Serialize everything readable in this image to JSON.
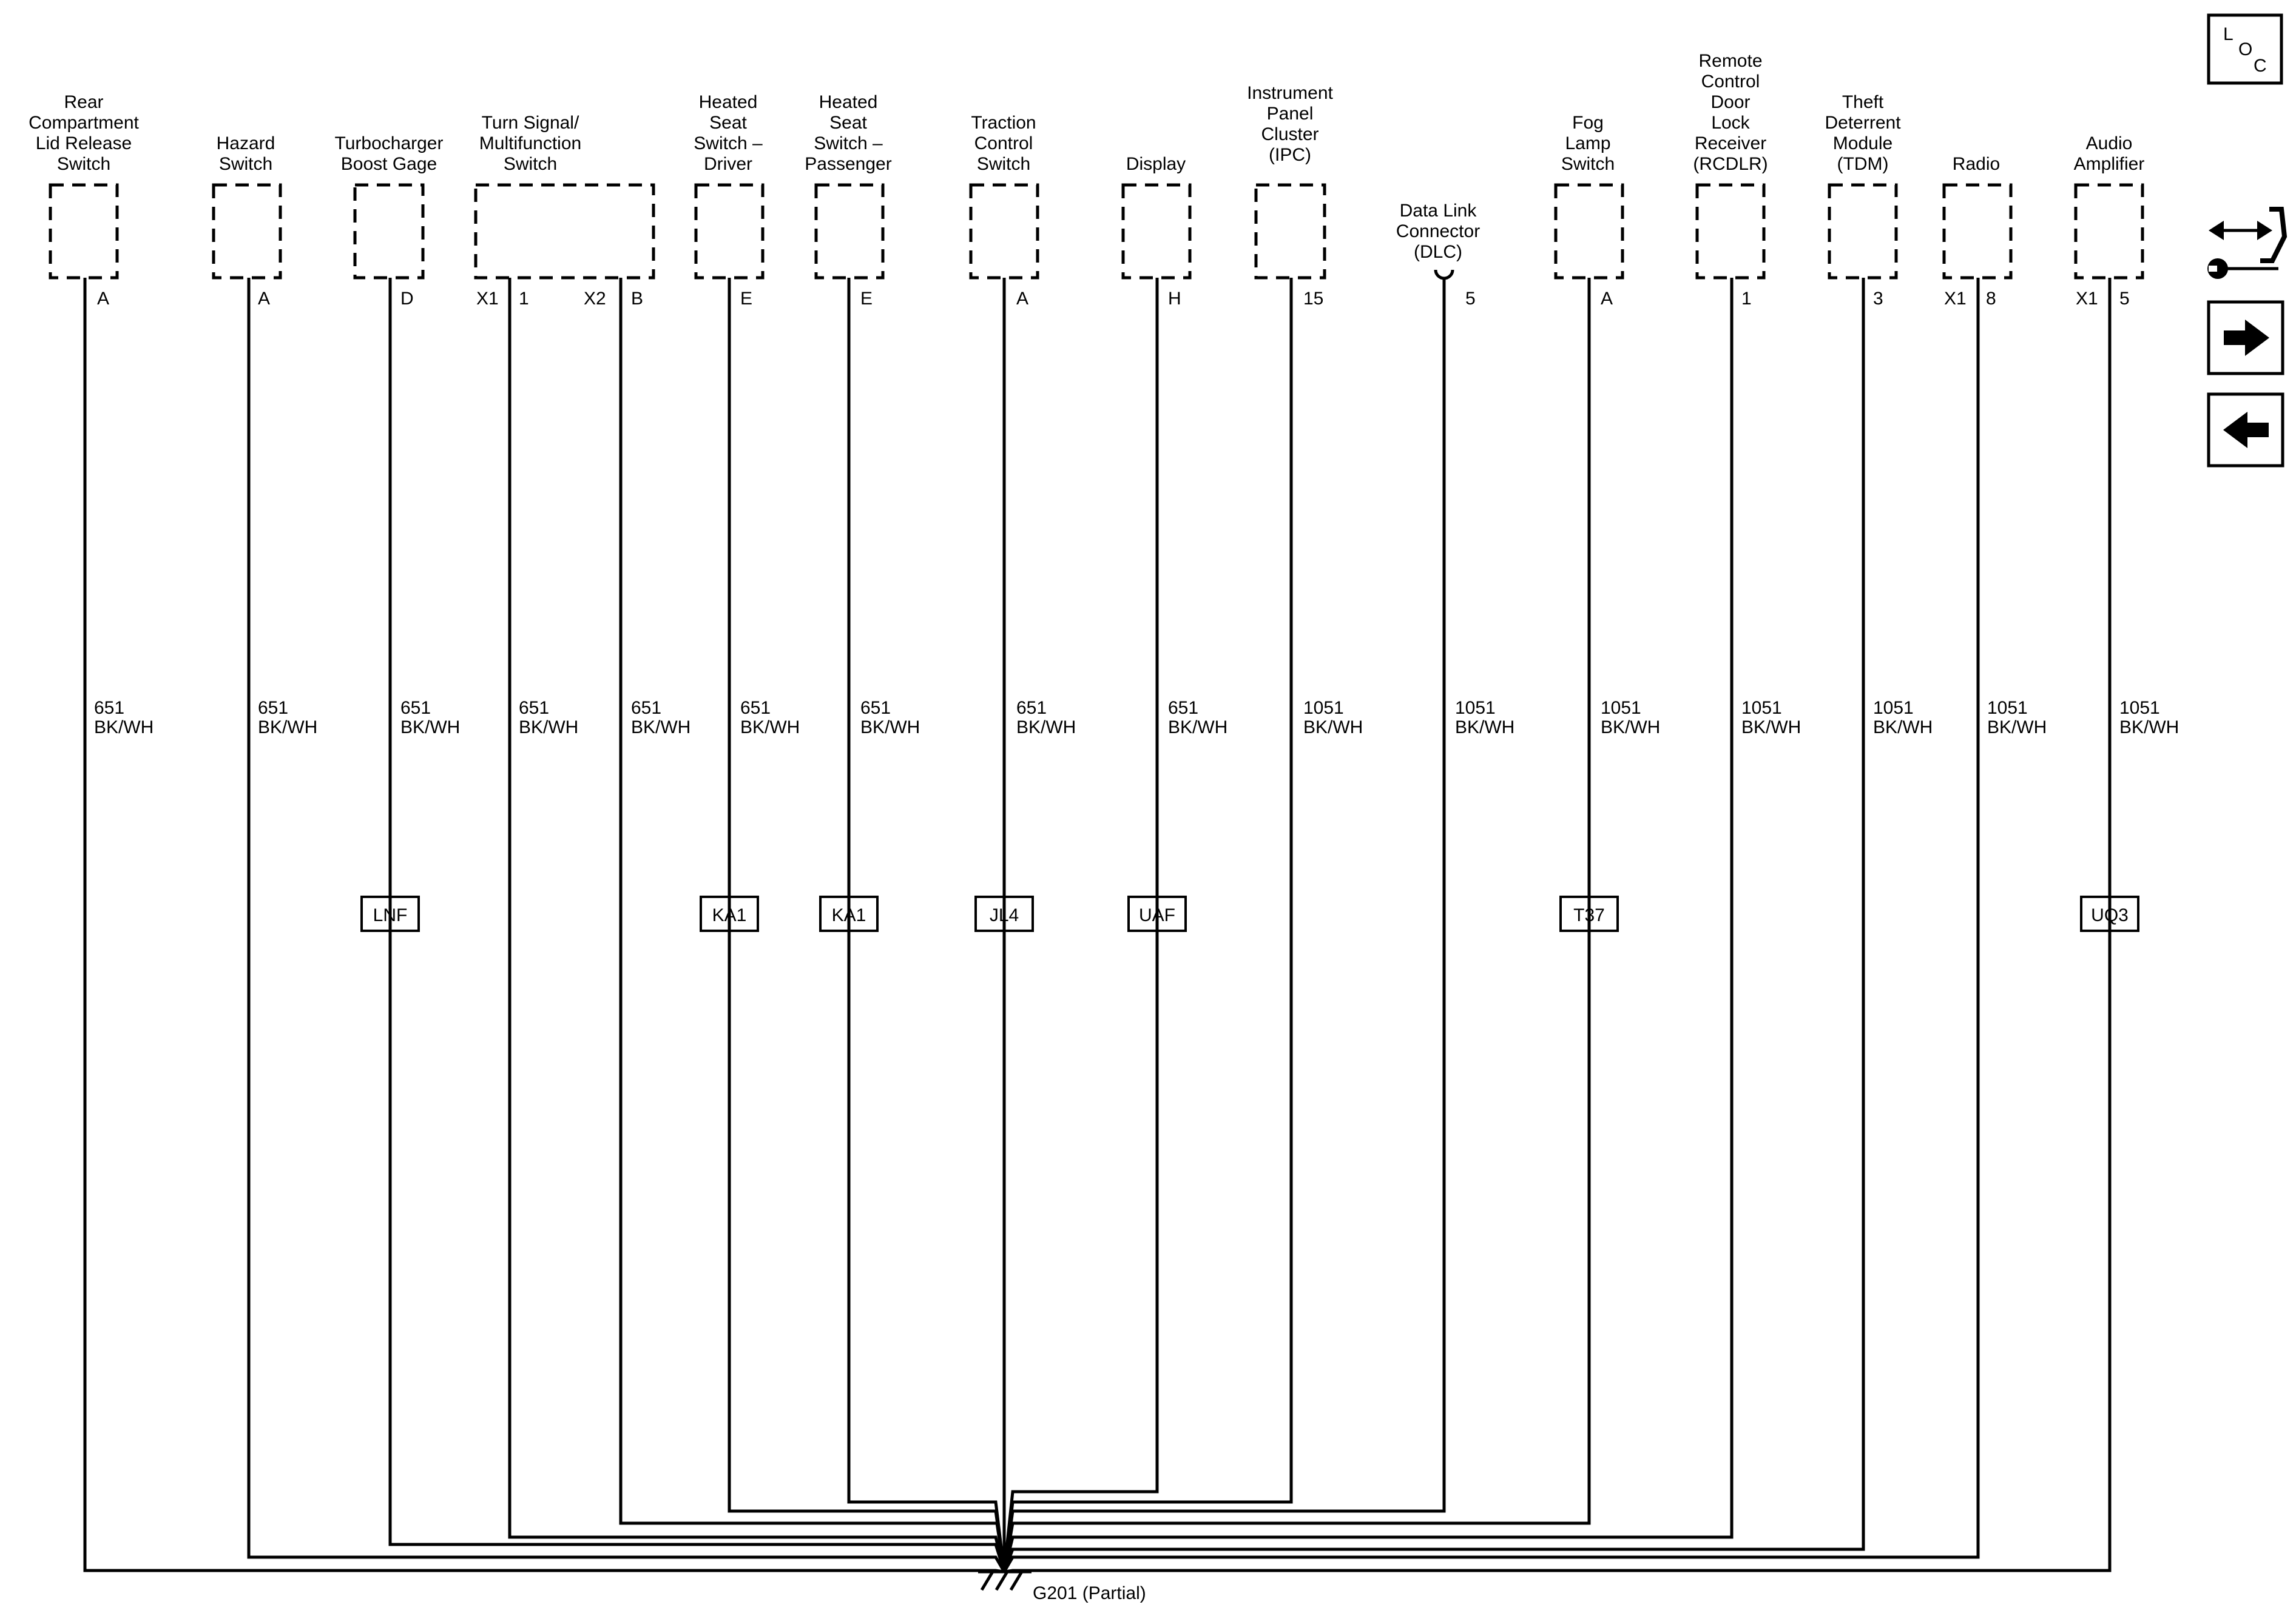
{
  "components": [
    {
      "id": "rear-compartment-lid-release-switch",
      "label": [
        "Rear",
        "Compartment",
        "Lid Release",
        "Switch"
      ],
      "pins": [
        "A"
      ],
      "circuit": "651",
      "color": "BK/WH",
      "option": ""
    },
    {
      "id": "hazard-switch",
      "label": [
        "Hazard",
        "Switch"
      ],
      "pins": [
        "A"
      ],
      "circuit": "651",
      "color": "BK/WH",
      "option": ""
    },
    {
      "id": "turbocharger-boost-gage",
      "label": [
        "Turbocharger",
        "Boost Gage"
      ],
      "pins": [
        "D"
      ],
      "circuit": "651",
      "color": "BK/WH",
      "option": "LNF"
    },
    {
      "id": "turn-signal-multifunction-switch",
      "label": [
        "Turn Signal/",
        "Multifunction",
        "Switch"
      ],
      "pins": [
        "X1",
        "1",
        "X2",
        "B"
      ],
      "circuit": "651",
      "color": "BK/WH",
      "option": ""
    },
    {
      "id": "heated-seat-switch-driver",
      "label": [
        "Heated",
        "Seat",
        "Switch –",
        "Driver"
      ],
      "pins": [
        "E"
      ],
      "circuit": "651",
      "color": "BK/WH",
      "option": "KA1"
    },
    {
      "id": "heated-seat-switch-passenger",
      "label": [
        "Heated",
        "Seat",
        "Switch –",
        "Passenger"
      ],
      "pins": [
        "E"
      ],
      "circuit": "651",
      "color": "BK/WH",
      "option": "KA1"
    },
    {
      "id": "traction-control-switch",
      "label": [
        "Traction",
        "Control",
        "Switch"
      ],
      "pins": [
        "A"
      ],
      "circuit": "651",
      "color": "BK/WH",
      "option": "JL4"
    },
    {
      "id": "display",
      "label": [
        "Display"
      ],
      "pins": [
        "H"
      ],
      "circuit": "651",
      "color": "BK/WH",
      "option": "UAF"
    },
    {
      "id": "instrument-panel-cluster",
      "label": [
        "Instrument",
        "Panel",
        "Cluster",
        "(IPC)"
      ],
      "pins": [
        "15"
      ],
      "circuit": "1051",
      "color": "BK/WH",
      "option": ""
    },
    {
      "id": "data-link-connector",
      "label": [
        "Data Link",
        "Connector",
        "(DLC)"
      ],
      "pins": [
        "5"
      ],
      "circuit": "1051",
      "color": "BK/WH",
      "option": ""
    },
    {
      "id": "fog-lamp-switch",
      "label": [
        "Fog",
        "Lamp",
        "Switch"
      ],
      "pins": [
        "A"
      ],
      "circuit": "1051",
      "color": "BK/WH",
      "option": "T37"
    },
    {
      "id": "remote-control-door-lock-receiver",
      "label": [
        "Remote",
        "Control",
        "Door",
        "Lock",
        "Receiver",
        "(RCDLR)"
      ],
      "pins": [
        "1"
      ],
      "circuit": "1051",
      "color": "BK/WH",
      "option": ""
    },
    {
      "id": "theft-deterrent-module",
      "label": [
        "Theft",
        "Deterrent",
        "Module",
        "(TDM)"
      ],
      "pins": [
        "3"
      ],
      "circuit": "1051",
      "color": "BK/WH",
      "option": ""
    },
    {
      "id": "radio",
      "label": [
        "Radio"
      ],
      "pins": [
        "X1",
        "8"
      ],
      "circuit": "1051",
      "color": "BK/WH",
      "option": ""
    },
    {
      "id": "audio-amplifier",
      "label": [
        "Audio",
        "Amplifier"
      ],
      "pins": [
        "X1",
        "5"
      ],
      "circuit": "1051",
      "color": "BK/WH",
      "option": "UQ3"
    }
  ],
  "ground": {
    "label": "G201 (Partial)"
  },
  "nav": {
    "loc_icon": "loc-icon",
    "loc_letters": [
      "L",
      "O",
      "C"
    ],
    "legend_icon": "wrench-connector-icon",
    "next_icon": "arrow-right-icon",
    "prev_icon": "arrow-left-icon"
  }
}
